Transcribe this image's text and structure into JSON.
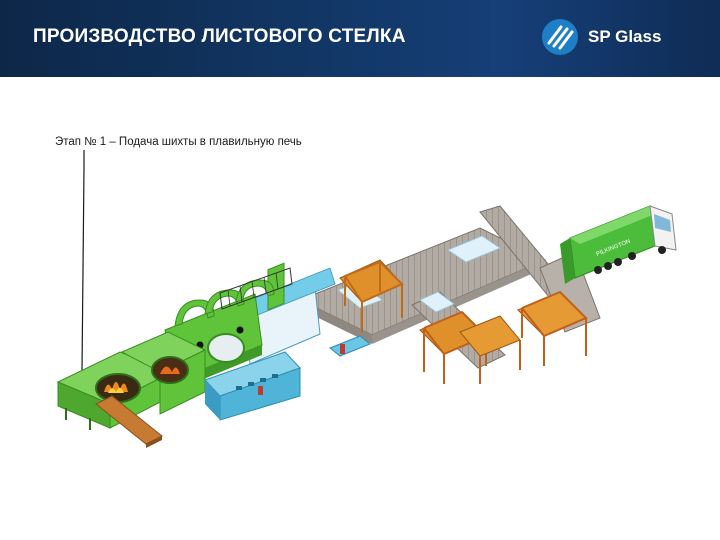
{
  "header": {
    "title": "ПРОИЗВОДСТВО ЛИСТОВОГО СТЕЛКА",
    "logo_text": "SP Glass"
  },
  "stage": {
    "caption": "Этап № 1 – Подача шихты в плавильную печь"
  },
  "truck": {
    "brand": "PILKINGTON"
  },
  "colors": {
    "header_bg": "#123766",
    "logo_blue": "#1e7fc6",
    "furnace_green": "#5fc43a",
    "conveyor_grey": "#a8a29a",
    "crate_orange": "#e0902a",
    "control_panel_cyan": "#4fb4d8"
  }
}
